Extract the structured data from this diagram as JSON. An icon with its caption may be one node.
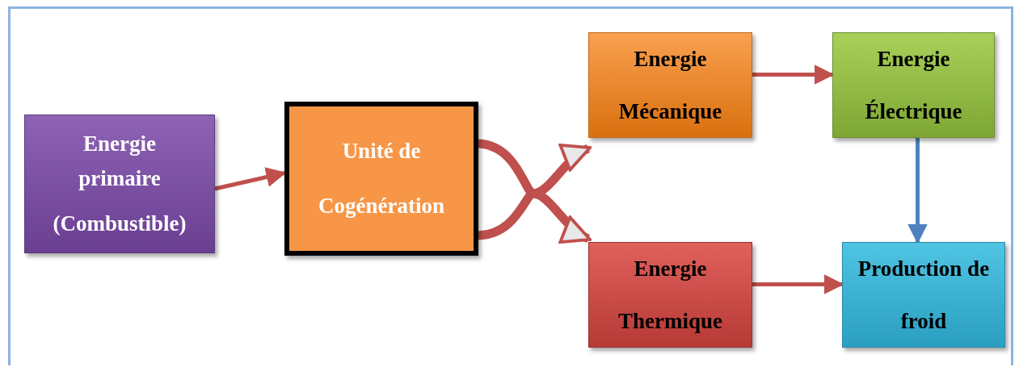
{
  "diagram": {
    "nodes": [
      {
        "text": [
          "Energie primaire",
          "(Combustible)"
        ]
      },
      {
        "text": [
          "Unité de Cogénération"
        ]
      },
      {
        "text": [
          "Energie Mécanique"
        ]
      },
      {
        "text": [
          "Energie Électrique"
        ]
      },
      {
        "text": [
          "Energie Thermique"
        ]
      },
      {
        "text": [
          "Production de froid"
        ]
      }
    ],
    "edges": [
      {
        "from": 0,
        "to": 1,
        "arrow": "to"
      },
      {
        "from": 1,
        "to": 2,
        "arrow": "to",
        "style": "thick"
      },
      {
        "from": 1,
        "to": 4,
        "arrow": "to",
        "style": "thick"
      },
      {
        "from": 2,
        "to": 3,
        "arrow": "to"
      },
      {
        "from": 4,
        "to": 5,
        "arrow": "to"
      },
      {
        "from": 3,
        "to": 5,
        "arrow": "to",
        "color": "#4f81bd"
      }
    ]
  }
}
